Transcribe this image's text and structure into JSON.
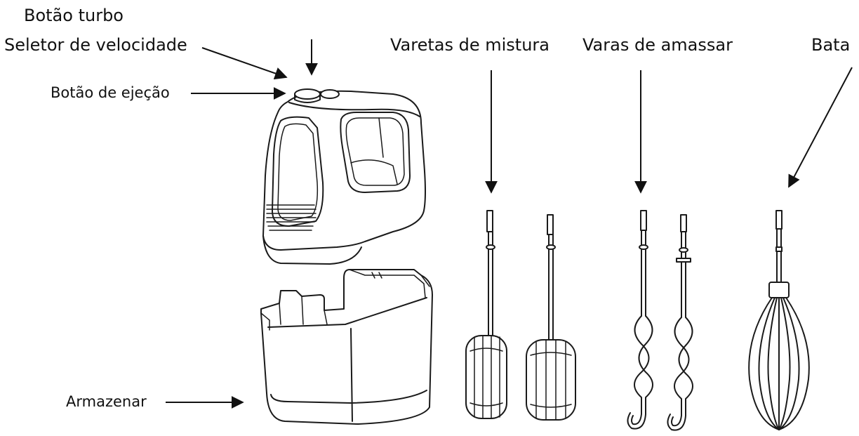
{
  "labels": {
    "turbo_button": "Botão turbo",
    "speed_selector": "Seletor de velocidade",
    "eject_button": "Botão de ejeção",
    "storage": "Armazenar",
    "mixing_beaters": "Varetas de mistura",
    "dough_hooks": "Varas de amassar",
    "whisk": "Bata"
  }
}
